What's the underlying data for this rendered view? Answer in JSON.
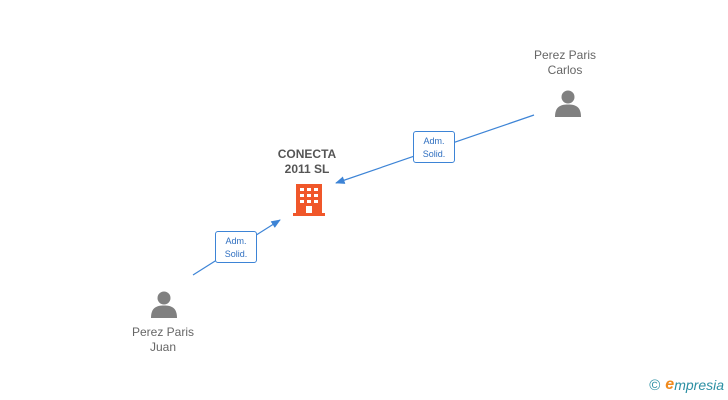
{
  "company": {
    "name_line1": "CONECTA",
    "name_line2": "2011 SL"
  },
  "people": [
    {
      "name_line1": "Perez Paris",
      "name_line2": "Carlos"
    },
    {
      "name_line1": "Perez Paris",
      "name_line2": "Juan"
    }
  ],
  "relations": [
    {
      "line1": "Adm.",
      "line2": "Solid."
    },
    {
      "line1": "Adm.",
      "line2": "Solid."
    }
  ],
  "footer": {
    "copyright_symbol": "©",
    "brand_initial": "e",
    "brand_rest": "mpresia"
  },
  "colors": {
    "link": "#3d84d6",
    "company": "#f0572a",
    "person": "#808080"
  }
}
